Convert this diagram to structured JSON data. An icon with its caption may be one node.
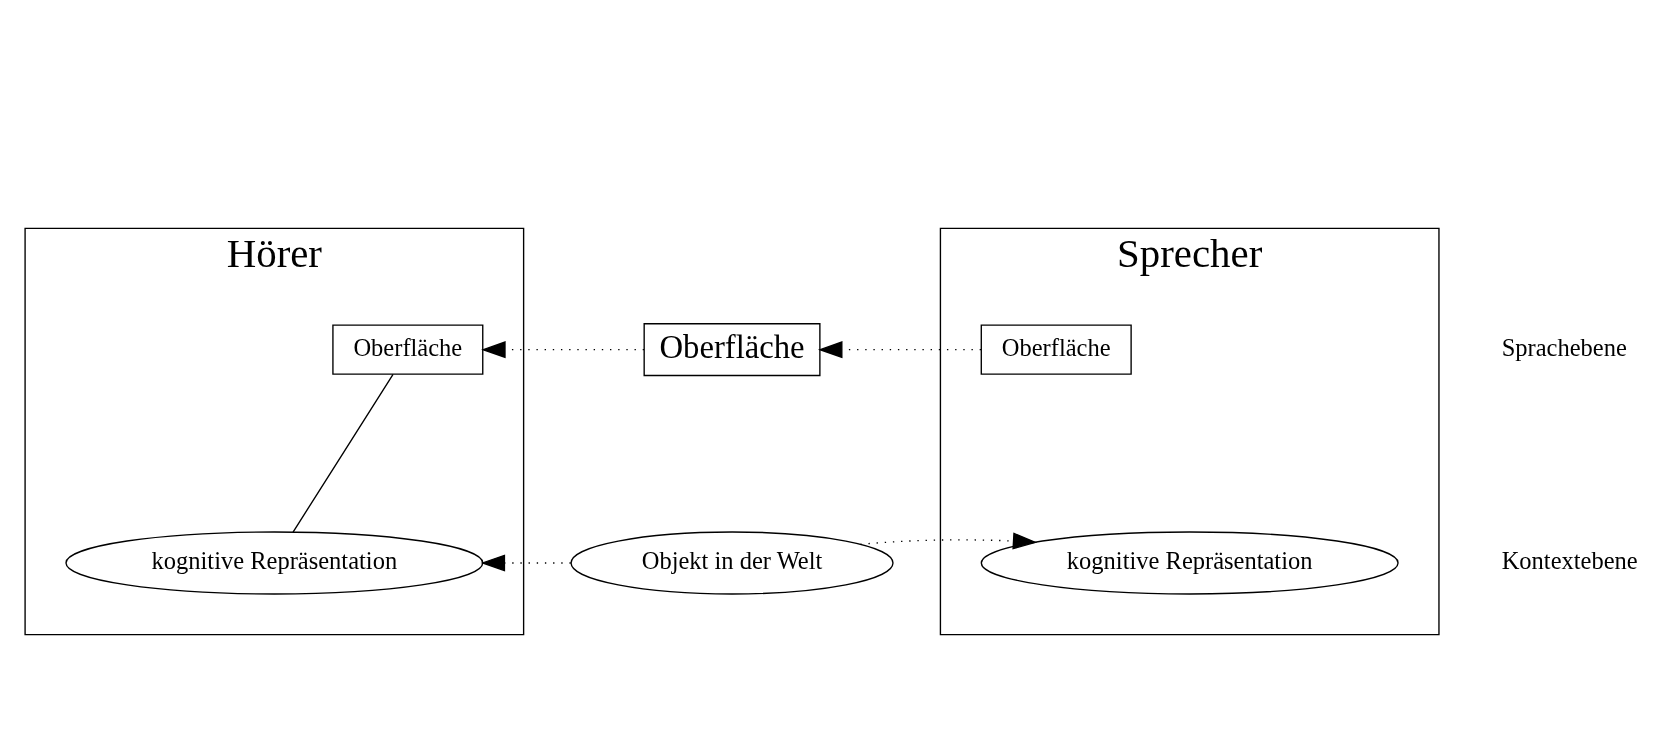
{
  "diagram": {
    "nodes": [
      {
        "text": [
          "Hörer"
        ]
      },
      {
        "text": [
          "Oberfläche"
        ],
        "in": 0
      },
      {
        "text": [
          "kognitive Repräsentation"
        ],
        "in": 0
      },
      {
        "text": [
          "Oberfläche"
        ]
      },
      {
        "text": [
          "Objekt in der Welt"
        ]
      },
      {
        "text": [
          "Sprecher"
        ]
      },
      {
        "text": [
          "Oberfläche"
        ],
        "in": 5
      },
      {
        "text": [
          "kognitive Repräsentation"
        ],
        "in": 5
      }
    ],
    "edges": [
      {
        "from": 1,
        "to": 2,
        "arrow": "none"
      },
      {
        "from": 3,
        "to": 1,
        "arrow": "to",
        "style": "dashed"
      },
      {
        "from": 6,
        "to": 3,
        "arrow": "to",
        "style": "dashed"
      },
      {
        "from": 4,
        "to": 2,
        "arrow": "to",
        "style": "dashed"
      },
      {
        "from": 4,
        "to": 7,
        "arrow": "to",
        "style": "dashed"
      }
    ],
    "labels": [
      "Sprachebene",
      "Kontextebene"
    ]
  }
}
